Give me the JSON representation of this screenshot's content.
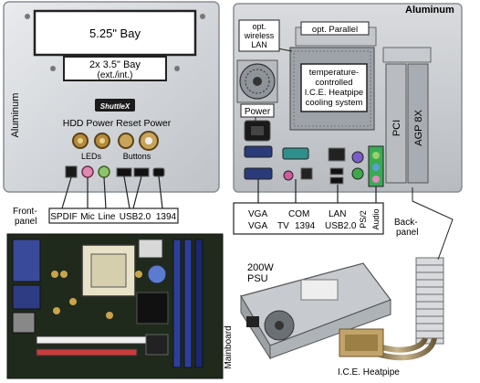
{
  "front_panel": {
    "bay_525": "5.25\" Bay",
    "bay_35_line1": "2x 3.5\" Bay",
    "bay_35_line2": "(ext./int.)",
    "side_label": "Aluminum",
    "brand": "ShuttleX",
    "button_row": "HDD Power Reset Power",
    "leds_label": "LEDs",
    "buttons_label": "Buttons",
    "panel_caption_line1": "Front-",
    "panel_caption_line2": "panel",
    "ports": [
      "SPDIF",
      "Mic",
      "Line",
      "USB2.0",
      "1394"
    ]
  },
  "back_panel": {
    "top_label": "Aluminum",
    "wireless_line1": "opt.",
    "wireless_line2": "wireless",
    "wireless_line3": "LAN",
    "parallel_label": "opt. Parallel",
    "heatpipe_lines": [
      "temperature-",
      "controlled",
      "I.C.E. Heatpipe",
      "cooling system"
    ],
    "power_label": "Power",
    "pci_label": "PCI",
    "agp_label": "AGP 8X",
    "io_row1": [
      "VGA",
      "COM",
      "LAN"
    ],
    "io_row2": [
      "VGA",
      "TV",
      "1394",
      "USB2.0"
    ],
    "ps2_label": "PS/2",
    "audio_label": "Audio",
    "panel_caption_line1": "Back-",
    "panel_caption_line2": "panel"
  },
  "psu": {
    "line1": "200W",
    "line2": "PSU"
  },
  "mainboard_label": "Mainboard",
  "heatpipe_caption": "I.C.E. Heatpipe"
}
